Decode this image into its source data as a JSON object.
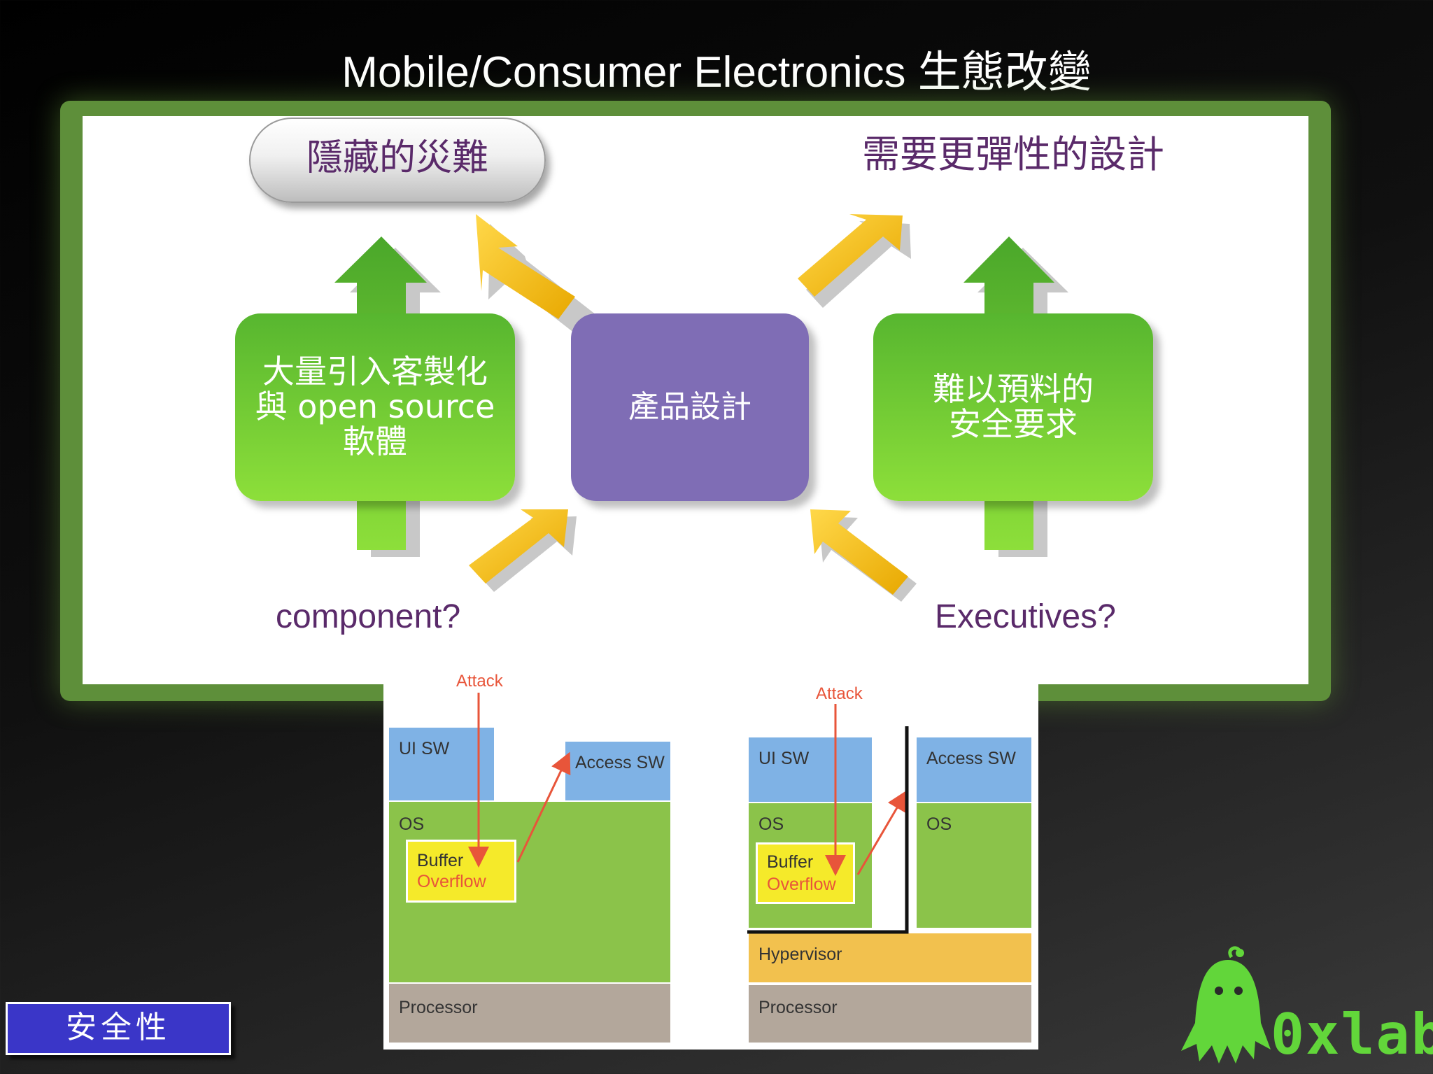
{
  "slide": {
    "title": "Mobile/Consumer Electronics 生態改變"
  },
  "concept": {
    "callout": "隱藏的災難",
    "top_right": "需要更彈性的設計",
    "left_box": [
      "大量引入客製化",
      "與 open source",
      "軟體"
    ],
    "center_box": "產品設計",
    "right_box": [
      "難以預料的",
      "安全要求"
    ],
    "bottom_left": "component?",
    "bottom_right": "Executives?"
  },
  "diagram_left": {
    "attack": "Attack",
    "ui_sw": "UI SW",
    "access_sw": "Access SW",
    "os": "OS",
    "buffer": "Buffer",
    "overflow": "Overflow",
    "processor": "Processor"
  },
  "diagram_right": {
    "attack": "Attack",
    "ui_sw": "UI SW",
    "access_sw": "Access SW",
    "os_left": "OS",
    "os_right": "OS",
    "buffer": "Buffer",
    "overflow": "Overflow",
    "hypervisor": "Hypervisor",
    "processor": "Processor"
  },
  "footer": {
    "section": "安全性",
    "logo": "0xlab"
  },
  "colors": {
    "green": "#7ac943",
    "purple": "#7f6db5",
    "arrow_yellow": "#f2b705",
    "attack_red": "#e8553a",
    "sw_blue": "#7fb2e5",
    "os_green": "#8bc34a",
    "buffer_yellow": "#f5ea2a",
    "hypervisor_orange": "#f2c14e",
    "processor_gray": "#b3a79b",
    "title_purple": "#5a2a6a"
  }
}
